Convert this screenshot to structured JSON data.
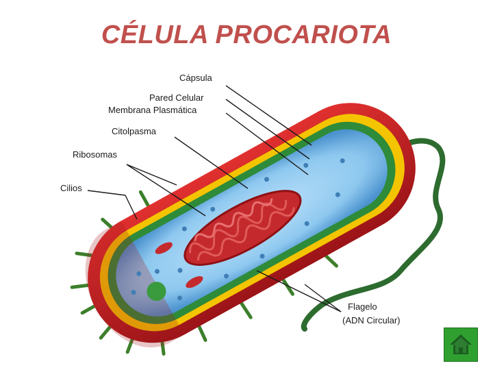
{
  "title": "CÉLULA PROCARIOTA",
  "labels": {
    "capsula": "Cápsula",
    "pared_celular": "Pared Celular",
    "membrana_plasmatica": "Membrana Plasmática",
    "citoplasma": "Citolpasma",
    "ribosomas": "Ribosomas",
    "cilios": "Cilios",
    "flagelo": "Flagelo",
    "adn_circular": "(ADN Circular)"
  },
  "colors": {
    "title": "#c0504d",
    "capsule": "#c81e22",
    "cell_wall": "#f5c400",
    "membrane": "#2e8b3a",
    "cytoplasm": "#8ec8ef",
    "dna": "#b3191e",
    "flagellum": "#2d6b2f",
    "home_button": "#2fa02f"
  },
  "icons": {
    "home_button": "home-icon"
  }
}
